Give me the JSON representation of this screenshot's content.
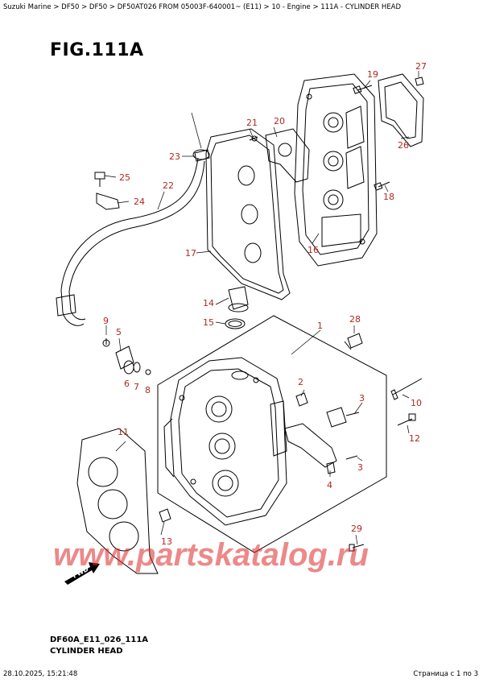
{
  "breadcrumb": "Suzuki Marine > DF50 > DF50 > DF50AT026 FROM 05003F-640001~ (E11) > 10 - Engine > 111A - CYLINDER HEAD",
  "figure": {
    "title": "FIG.111A",
    "code": "DF60A_E11_026_111A",
    "name": "CYLINDER HEAD"
  },
  "callouts": [
    "1",
    "2",
    "3",
    "3",
    "4",
    "5",
    "6",
    "7",
    "8",
    "9",
    "10",
    "11",
    "12",
    "13",
    "14",
    "15",
    "16",
    "17",
    "18",
    "19",
    "20",
    "21",
    "22",
    "23",
    "24",
    "25",
    "26",
    "27",
    "28",
    "29"
  ],
  "watermark": "www.partskatalog.ru",
  "fwd_label": "FWD",
  "footer": {
    "timestamp": "28.10.2025, 15:21:48",
    "page": "Страница с 1 по 3"
  },
  "colors": {
    "callout": "#b0281f",
    "watermark": "#dc2828",
    "line": "#000000"
  }
}
